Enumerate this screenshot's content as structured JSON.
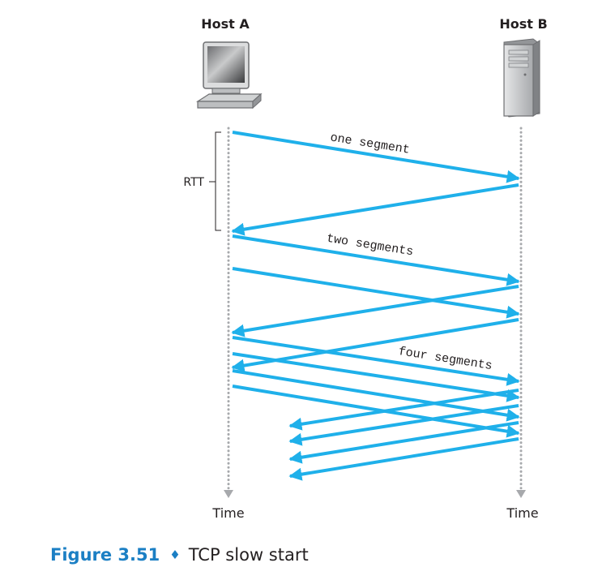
{
  "hosts": {
    "a": {
      "label": "Host A"
    },
    "b": {
      "label": "Host B"
    }
  },
  "rtt_label": "RTT",
  "segment_labels": {
    "one": "one segment",
    "two": "two segments",
    "four": "four segments"
  },
  "time_labels": {
    "a": "Time",
    "b": "Time"
  },
  "caption": {
    "number": "Figure 3.51",
    "separator": "♦",
    "title": "TCP slow start"
  },
  "colors": {
    "arrow": "#1fb0ea",
    "timeline": "#a7a9ac",
    "text": "#231f20",
    "figure_number": "#1b7fc4"
  },
  "icons": {
    "host_a": "desktop-computer-icon",
    "host_b": "server-tower-icon"
  }
}
